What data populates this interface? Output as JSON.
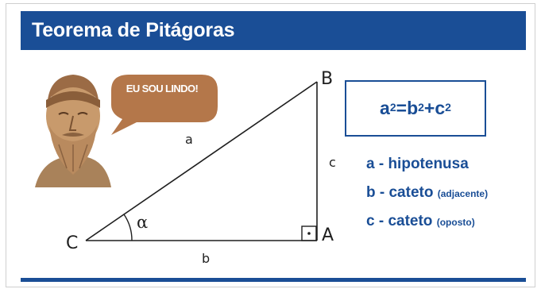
{
  "header": {
    "title": "Teorema de Pitágoras"
  },
  "speech_bubble": {
    "text": "EU SOU LINDO!"
  },
  "triangle": {
    "vertices": {
      "A": "A",
      "B": "B",
      "C": "C"
    },
    "sides": {
      "a": "a",
      "b": "b",
      "c": "c"
    },
    "angle": "α"
  },
  "formula": {
    "a": "a",
    "b": "b",
    "c": "c",
    "exp": "2",
    "eq": "=",
    "plus": "+"
  },
  "definitions": [
    {
      "main": "a - hipotenusa",
      "note": ""
    },
    {
      "main": "b - cateto",
      "note": "(adjacente)"
    },
    {
      "main": "c - cateto",
      "note": "(oposto)"
    }
  ],
  "colors": {
    "brand_blue": "#1a4e96",
    "bubble_brown": "#b4774a"
  }
}
